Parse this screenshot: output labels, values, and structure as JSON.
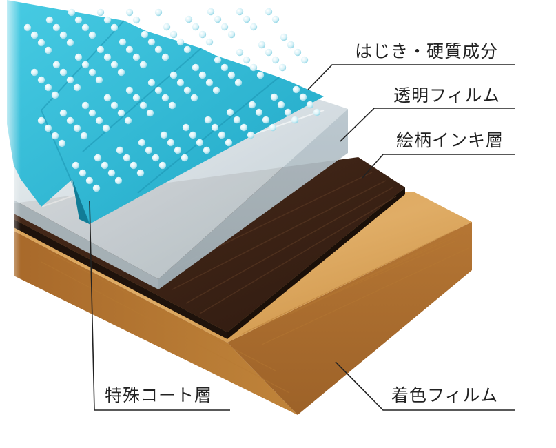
{
  "labels": {
    "water_hard": "はじき・硬質成分",
    "clear_film": "透明フィルム",
    "ink_layer": "絵柄インキ層",
    "special_coat": "特殊コート層",
    "color_film": "着色フィルム"
  },
  "colors": {
    "cyan_surface": "#2cb7d4",
    "cyan_dark": "#1790ad",
    "clear_film": "#c9d4da",
    "dark_wood": "#3a2114",
    "light_wood": "#c88a3e",
    "light_wood_front": "#b87a32",
    "leader_line": "#222222"
  }
}
